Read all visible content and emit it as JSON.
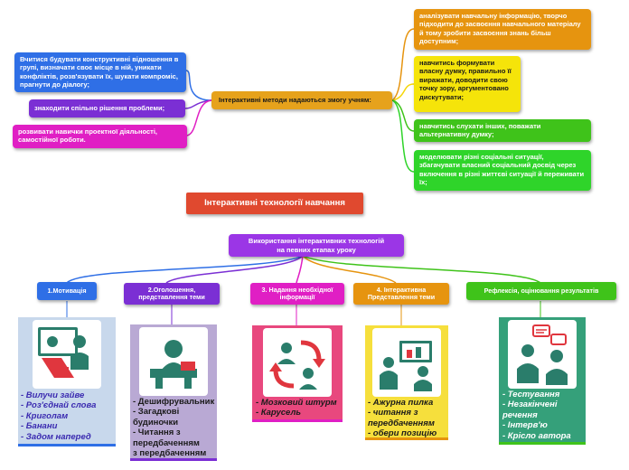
{
  "hub": {
    "label": "Інтерактивні методи надаються змогу учням:"
  },
  "left_branches": [
    {
      "text": "Вчитися будувати конструктивні відношення в групі, визначати своє місце в ній, уникати конфліктів, розв'язувати їх, шукати компроміс, прагнути до діалогу;"
    },
    {
      "text": "знаходити спільно рішення проблеми;"
    },
    {
      "text": "розвивати навички проектної діяльності, самостійної роботи."
    }
  ],
  "right_branches": [
    {
      "text": "аналізувати навчальну інформацію, творчо підходити до засвоєння навчального матеріалу й тому зробити засвоєння знань більш доступним;"
    },
    {
      "text": "навчитись формувати власну думку, правильно її виражати, доводити свою точку зору, аргументовано дискутувати;"
    },
    {
      "text": "навчитись слухати інших, поважати альтернативну думку;"
    },
    {
      "text": "моделювати різні соціальні ситуації, збагачувати власний соціальний досвід через включення в різні життєві ситуації й переживати їх;"
    }
  ],
  "title": "Інтерактивні технології навчання",
  "stage_hub": "Використання  інтерактивних  технологій\nна  певних  етапах  уроку",
  "stages": [
    {
      "label": "1.Мотивація"
    },
    {
      "label": "2.Оголошення,\n представлення теми"
    },
    {
      "label": "3. Надання необхідної\nінформації"
    },
    {
      "label": "4. Інтерактивна\nПредставлення теми"
    },
    {
      "label": "Рефлексія, оцінювання результатів"
    }
  ],
  "cards": [
    {
      "icon": "teacher-board-icon",
      "items": "- Вилучи зайве\n- Роз'єднай слова\n- Криголам\n- Банани\n- Задом наперед"
    },
    {
      "icon": "lecture-desk-icon",
      "items": "- Дешифрувальник\n- Загадкові\nбудиночки\n- Читання з\nпередбаченням\nз передбаченням"
    },
    {
      "icon": "cycle-exchange-icon",
      "items": "- Мозковий штурм\n-  Карусель"
    },
    {
      "icon": "presentation-screen-icon",
      "items": "- Ажурна пилка\n - читання з\nпередбаченням\n  - обери позицію"
    },
    {
      "icon": "dialogue-bubbles-icon",
      "items": "- Тестування\n- Незакінчені\nречення\n- Інтерв'ю\n- Крісло автора"
    }
  ],
  "colors": {
    "hub": "#e6a21c",
    "stage_blue": "#2f6fe6",
    "stage_purple": "#7b2fd4",
    "stage_magenta": "#e01fc4",
    "stage_orange": "#e6940f",
    "stage_green": "#3fc31a",
    "title": "#e0492f",
    "icon_teal": "#2a7d6b",
    "icon_red": "#e0363e"
  }
}
